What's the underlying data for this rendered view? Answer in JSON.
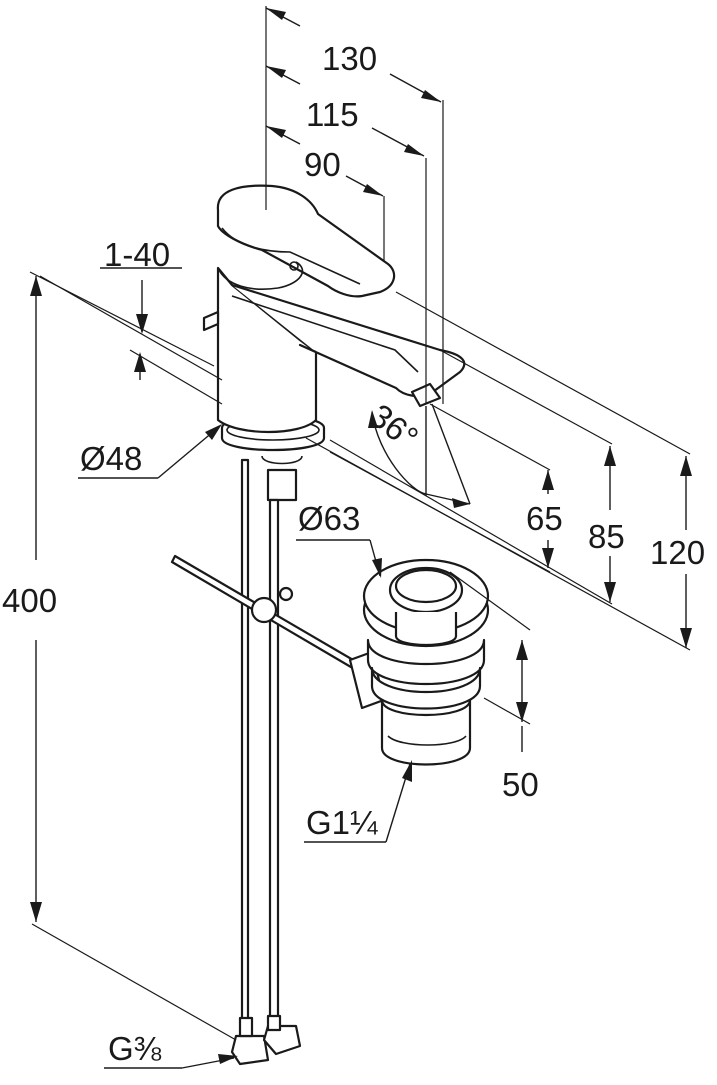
{
  "drawing": {
    "dimensions": {
      "width_130": "130",
      "width_115": "115",
      "width_90": "90",
      "thickness_range": "1-40",
      "base_diameter": "Ø48",
      "drain_diameter": "Ø63",
      "drain_height": "50",
      "spout_height": "65",
      "outlet_height": "85",
      "total_height": "120",
      "hose_length": "400",
      "spout_angle": "36°",
      "drain_thread": "G1¼",
      "hose_thread": "G⅜"
    }
  }
}
